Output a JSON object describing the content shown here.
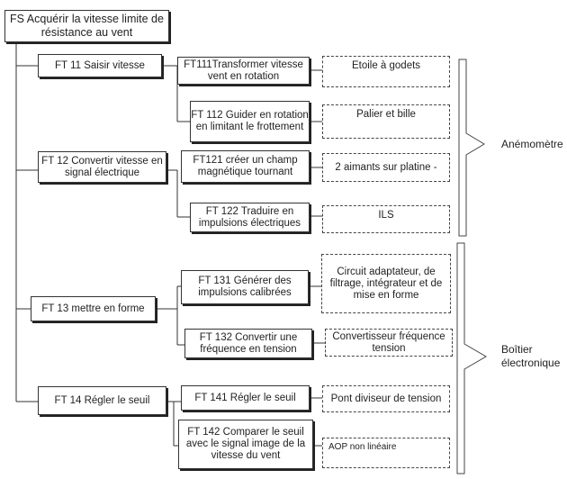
{
  "fs": {
    "text": "FS Acquérir la vitesse limite de résistance au vent"
  },
  "functions": [
    {
      "text": "FT 11 Saisir vitesse"
    },
    {
      "text": "FT 12 Convertir vitesse en signal électrique"
    },
    {
      "text": "FT 13 mettre en forme"
    },
    {
      "text": "FT 14 Régler le seuil"
    }
  ],
  "subfunctions": [
    {
      "text": "FT111Transformer vitesse vent en rotation"
    },
    {
      "text": "FT 112 Guider en rotation en limitant le frottement"
    },
    {
      "text": "FT121 créer un champ magnétique tournant"
    },
    {
      "text": "FT 122 Traduire en impulsions électriques"
    },
    {
      "text": "FT 131 Générer des impulsions calibrées"
    },
    {
      "text": "FT 132 Convertir une fréquence en tension"
    },
    {
      "text": "FT 141 Régler le seuil"
    },
    {
      "text": "FT 142 Comparer le seuil avec le signal image de la vitesse du vent"
    }
  ],
  "solutions": [
    {
      "text": "Etoile à godets"
    },
    {
      "text": "Palier et bille"
    },
    {
      "text": "2 aimants sur platine -"
    },
    {
      "text": "ILS"
    },
    {
      "text": "Circuit adaptateur, de filtrage, intégrateur et de mise en forme"
    },
    {
      "text": "Convertisseur fréquence tension"
    },
    {
      "text": "Pont diviseur de tension"
    },
    {
      "text": "AOP non linéaire"
    }
  ],
  "groups": [
    {
      "text": "Anémomètre"
    },
    {
      "text": "Boîtier électronique"
    }
  ]
}
